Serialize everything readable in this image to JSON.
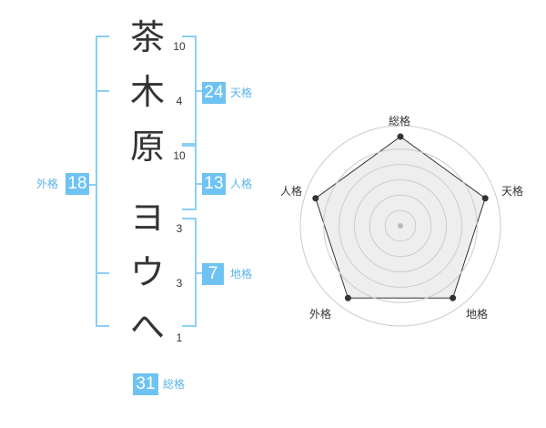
{
  "name": {
    "chars": [
      {
        "char": "茶",
        "strokes": "10"
      },
      {
        "char": "木",
        "strokes": "4"
      },
      {
        "char": "原",
        "strokes": "10"
      },
      {
        "char": "ヨ",
        "strokes": "3"
      },
      {
        "char": "ウ",
        "strokes": "3"
      },
      {
        "char": "へ",
        "strokes": "1"
      }
    ]
  },
  "scores": {
    "tenkaku": {
      "label": "天格",
      "value": "24"
    },
    "jinkaku": {
      "label": "人格",
      "value": "13"
    },
    "chikaku": {
      "label": "地格",
      "value": "7"
    },
    "gaikaku": {
      "label": "外格",
      "value": "18"
    },
    "soukaku": {
      "label": "総格",
      "value": "31"
    }
  },
  "radar": {
    "axes": [
      "総格",
      "天格",
      "地格",
      "外格",
      "人格"
    ],
    "levels": 5,
    "values": [
      5,
      5,
      5,
      5,
      5
    ],
    "max": 5,
    "colors": {
      "fill": "#eeeeee",
      "line": "#333333",
      "grid": "#cccccc",
      "dot": "#333333",
      "center": "#bbbbbb"
    }
  },
  "colors": {
    "accent": "#6fc3f2",
    "bracket": "#8ccff5"
  }
}
